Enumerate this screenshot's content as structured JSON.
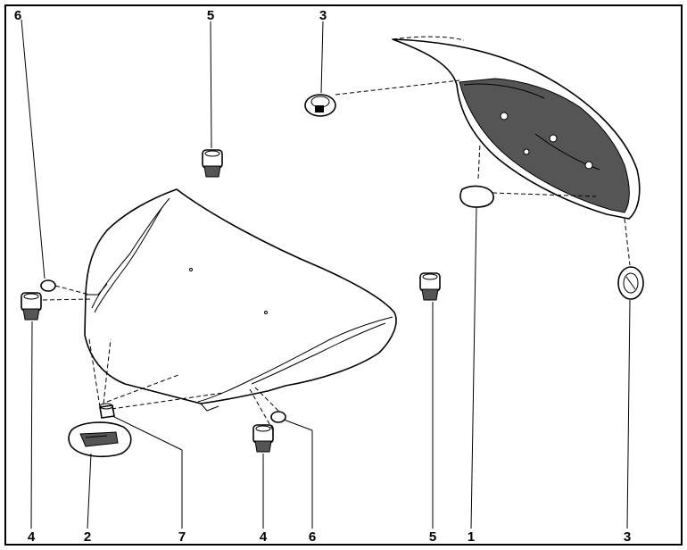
{
  "callouts": [
    {
      "id": "6-top",
      "text": "6"
    },
    {
      "id": "5-top",
      "text": "5"
    },
    {
      "id": "3-top",
      "text": "3"
    },
    {
      "id": "4-left",
      "text": "4"
    },
    {
      "id": "2",
      "text": "2"
    },
    {
      "id": "7",
      "text": "7"
    },
    {
      "id": "4-mid",
      "text": "4"
    },
    {
      "id": "6-mid",
      "text": "6"
    },
    {
      "id": "5-mid",
      "text": "5"
    },
    {
      "id": "1",
      "text": "1"
    },
    {
      "id": "3-bottom",
      "text": "3"
    }
  ]
}
